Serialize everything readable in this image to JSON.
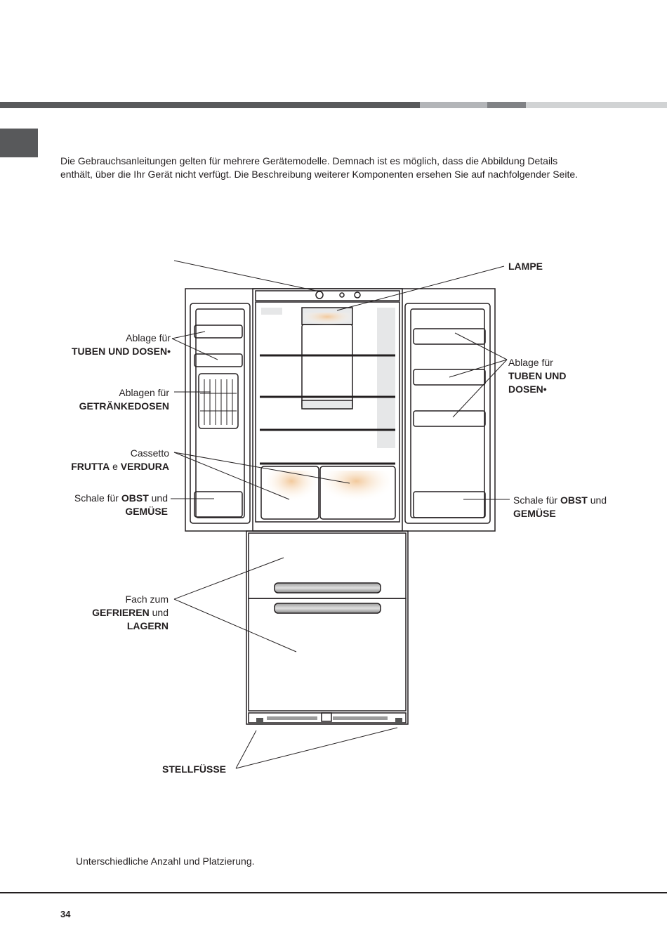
{
  "header": {
    "bar_colors": [
      "#58595b",
      "#b3b5b8",
      "#808285",
      "#d1d3d4"
    ]
  },
  "intro": {
    "line1": "Die Gebrauchsanleitungen gelten für mehrere Gerätemodelle. Demnach ist es möglich, dass die Abbildung Details",
    "line2": "enthält, über die Ihr Gerät nicht verfügt. Die Beschreibung weiterer Komponenten ersehen Sie auf nachfolgender Seite."
  },
  "labels": {
    "lampe": "LAMPE",
    "ablage_left_1": "Ablage für",
    "ablage_left_2": "TUBEN UND DOSEN•",
    "getraenke_1": "Ablagen für",
    "getraenke_2": "GETRÄNKEDOSEN",
    "cassetto_1": "Cassetto",
    "cassetto_frutta": "FRUTTA",
    "cassetto_e": " e ",
    "cassetto_verdura": "VERDURA",
    "schale_left_a": "Schale für ",
    "schale_left_obst": "OBST",
    "schale_left_und": " und",
    "schale_left_gemuese": "GEMÜSE",
    "ablage_right_1": "Ablage für",
    "ablage_right_2": "TUBEN UND",
    "ablage_right_3": "DOSEN•",
    "schale_right_a": "Schale für ",
    "schale_right_obst": "OBST",
    "schale_right_und": " und",
    "schale_right_gemuese": "GEMÜSE",
    "fach_1": "Fach zum",
    "fach_gefrieren": "GEFRIEREN",
    "fach_und": " und",
    "fach_lagern": "LAGERN",
    "stellfuesse": "STELLFÜSSE"
  },
  "footnote": "Unterschiedliche Anzahl und Platzierung.",
  "page_number": "34"
}
